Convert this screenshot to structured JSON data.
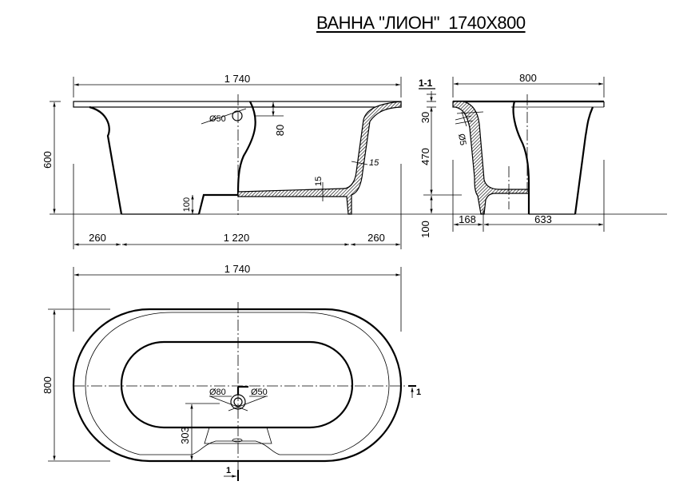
{
  "title": "ВАННА \"ЛИОН\"  1740Х800",
  "front_view": {
    "overall_length": "1 740",
    "height": "600",
    "overflow_diameter": "Ø50",
    "overflow_offset": "80",
    "wall_thickness": "15",
    "bottom_thickness": "15",
    "step_height": "100",
    "left_base_offset": "260",
    "base_length": "1 220",
    "right_base_offset": "260"
  },
  "section_view": {
    "label": "1-1",
    "overall_width": "800",
    "rim_thickness": "30",
    "depth": "470",
    "base_height": "100",
    "rim_detail": "Ø5",
    "left_offset": "168",
    "right_width": "633"
  },
  "plan_view": {
    "overall_length": "1 740",
    "overall_width": "800",
    "drain_diameter": "Ø80",
    "overflow_diameter": "Ø50",
    "drain_offset": "303",
    "section_marker_right": "1",
    "section_marker_bottom": "1"
  },
  "colors": {
    "line": "#000000",
    "background": "#ffffff"
  }
}
